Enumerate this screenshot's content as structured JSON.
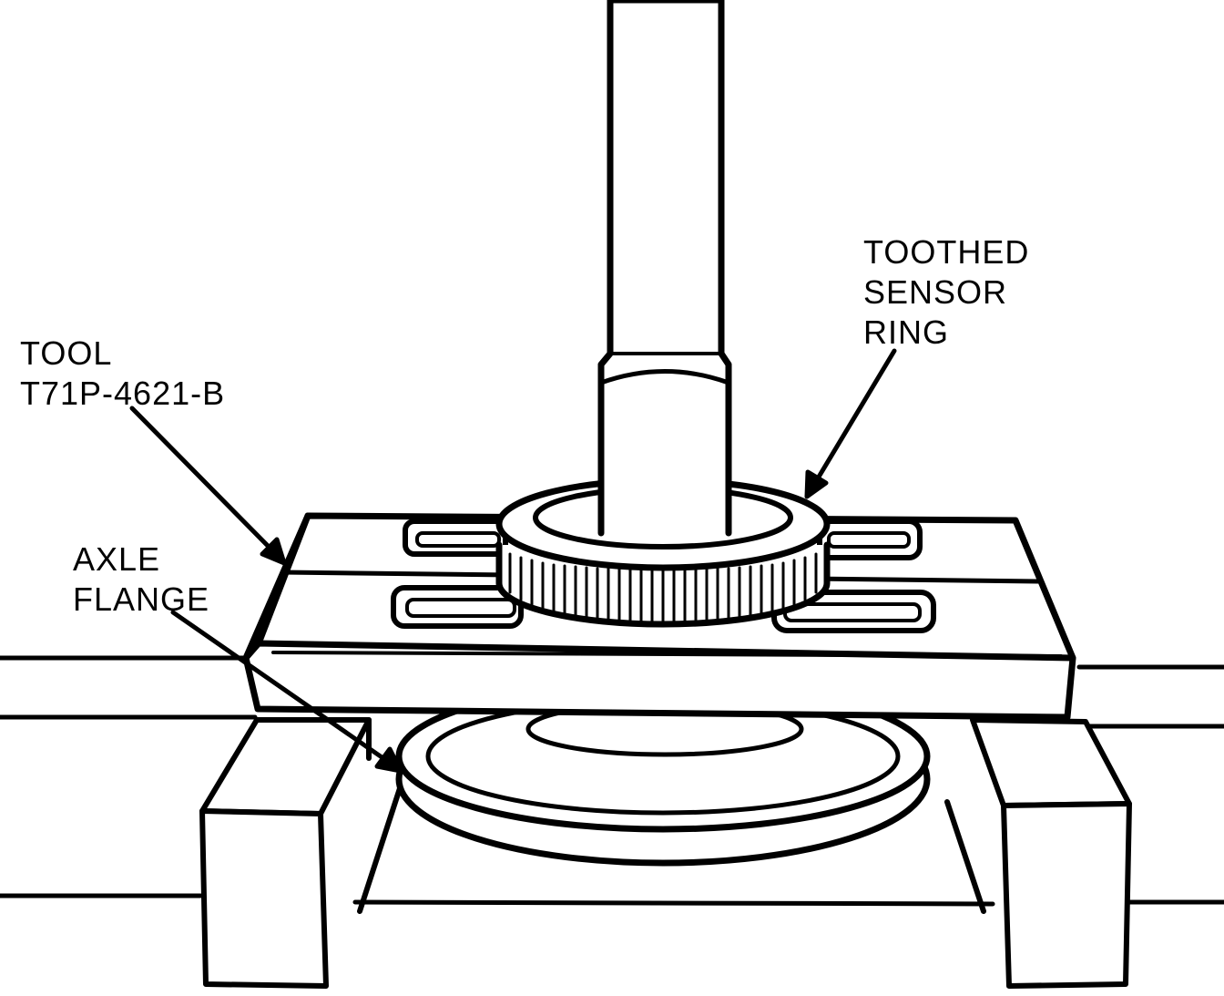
{
  "labels": {
    "tool": {
      "line1": "TOOL",
      "line2": "T71P-4621-B"
    },
    "axle_flange": {
      "line1": "AXLE",
      "line2": "FLANGE"
    },
    "toothed_sensor_ring": {
      "line1": "TOOTHED",
      "line2": "SENSOR",
      "line3": "RING"
    }
  },
  "colors": {
    "ink": "#000000",
    "paper": "#ffffff"
  }
}
